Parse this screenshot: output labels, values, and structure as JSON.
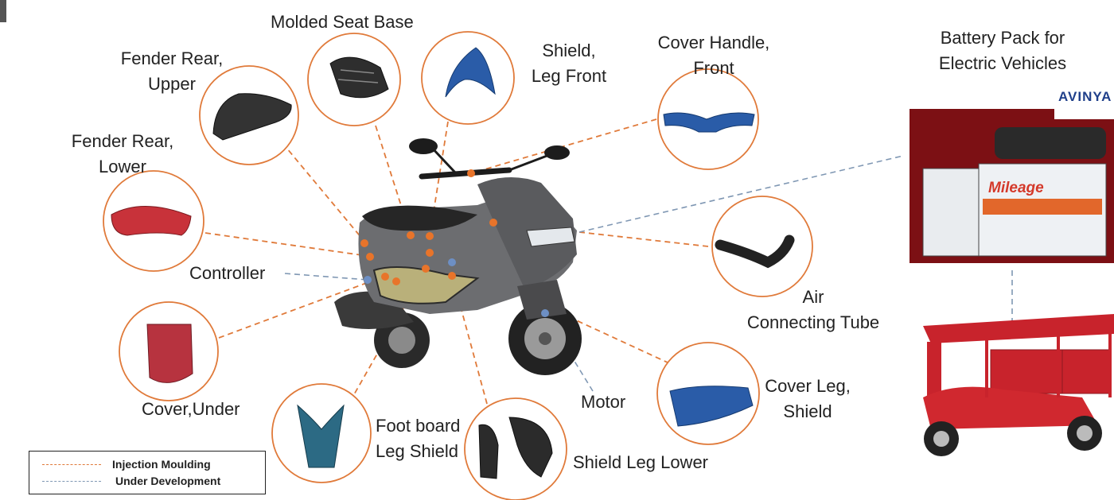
{
  "labels": {
    "molded_seat_base": "Molded Seat Base",
    "fender_rear_upper_l1": "Fender Rear,",
    "fender_rear_upper_l2": "Upper",
    "shield_leg_front_l1": "Shield,",
    "shield_leg_front_l2": "Leg Front",
    "cover_handle_front_l1": "Cover Handle,",
    "cover_handle_front_l2": "Front",
    "fender_rear_lower_l1": "Fender Rear,",
    "fender_rear_lower_l2": "Lower",
    "controller": "Controller",
    "air_tube_l1": "Air",
    "air_tube_l2": "Connecting Tube",
    "cover_under": "Cover,Under",
    "motor": "Motor",
    "cover_leg_shield_l1": "Cover Leg,",
    "cover_leg_shield_l2": "Shield",
    "foot_board_l1": "Foot board",
    "foot_board_l2": "Leg Shield",
    "shield_leg_lower": "Shield Leg Lower",
    "battery_pack_l1": "Battery Pack for",
    "battery_pack_l2": "Electric Vehicles"
  },
  "brand": {
    "avinya": "AVINYA",
    "mileage": "Mileage"
  },
  "legend": {
    "injection": "Injection Moulding",
    "development": "Under Development"
  },
  "colors": {
    "injection_line": "#e07a3a",
    "development_line": "#7f97b3",
    "circle_stroke": "#e07a3a",
    "dot_orange": "#e8742a",
    "dot_blue": "#6d8fc4",
    "part_blue": "#2a5ca8",
    "part_red": "#c8323a",
    "part_dark": "#2b2b2b"
  }
}
